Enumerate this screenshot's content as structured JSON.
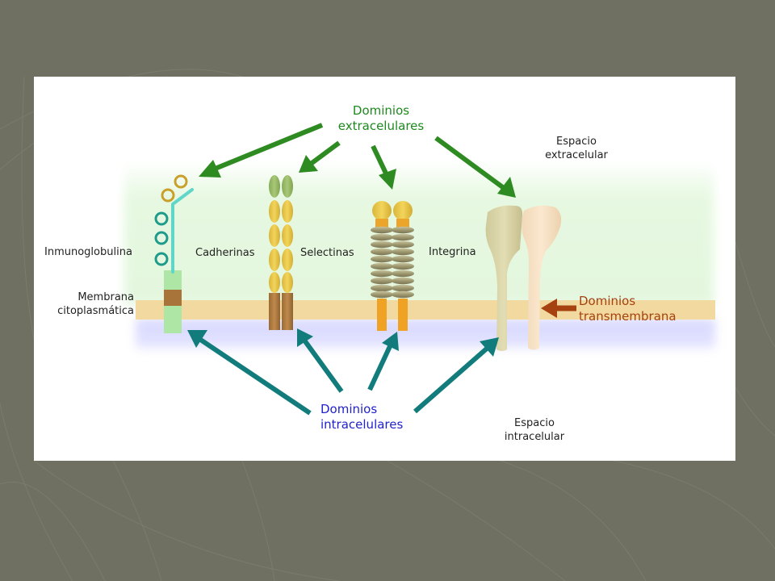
{
  "labels": {
    "extracellular_domains": [
      "Dominios",
      "extracelulares"
    ],
    "intracellular_domains": [
      "Dominios",
      "intracelulares"
    ],
    "transmembrane_domains": [
      "Dominios",
      "transmembrana"
    ],
    "extracellular_space": [
      "Espacio",
      "extracelular"
    ],
    "intracellular_space": [
      "Espacio",
      "intracelular"
    ],
    "membrane": [
      "Membrana",
      "citoplasmática"
    ],
    "immunoglobulin": "Inmunoglobulina",
    "cadherins": "Cadherinas",
    "selectins": "Selectinas",
    "integrin": "Integrina"
  },
  "colors": {
    "background": "#6f7061",
    "extracellular_arrow": "#2e8b22",
    "intracellular_arrow": "#127c7c",
    "transmembrane_arrow": "#a5420f",
    "extracellular_text": "#1e8a1e",
    "intracellular_text": "#2222cc",
    "transmembrane_text": "#a5420f",
    "membrane": "#f2d9a0",
    "extracellular_zone": "#e4f8df",
    "intracellular_zone": "#dcdcff"
  }
}
